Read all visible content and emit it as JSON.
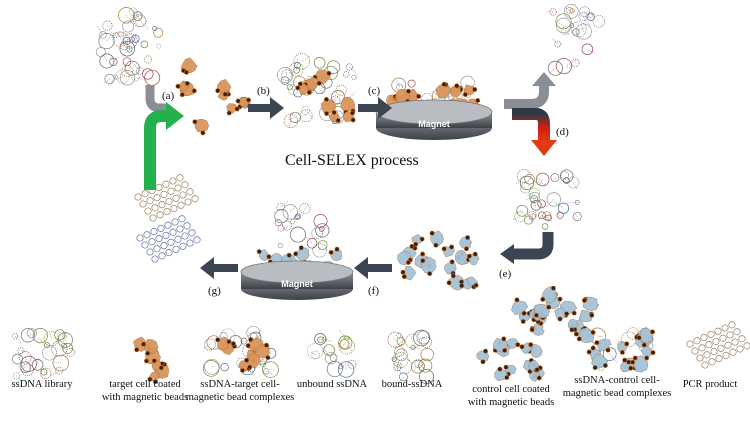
{
  "title": "Cell-SELEX process",
  "magnet_label": "Magnet",
  "steps": [
    "(a)",
    "(b)",
    "(c)",
    "(d)",
    "(e)",
    "(f)",
    "(g)"
  ],
  "legend": [
    {
      "line1": "ssDNA library",
      "line2": ""
    },
    {
      "line1": "target cell coated",
      "line2": "with magnetic beads"
    },
    {
      "line1": "ssDNA-target cell-",
      "line2": "magnetic bead complexes"
    },
    {
      "line1": "unbound ssDNA",
      "line2": ""
    },
    {
      "line1": "bound-ssDNA",
      "line2": ""
    },
    {
      "line1": "control cell coated",
      "line2": "with magnetic beads"
    },
    {
      "line1": "ssDNA-control cell-",
      "line2": "magnetic bead complexes"
    },
    {
      "line1": "PCR product",
      "line2": ""
    }
  ],
  "colors": {
    "target_cell": "#d9955a",
    "control_cell": "#a6c2d6",
    "bead": "#3a2212",
    "arrow": "#3c4652",
    "green_arrow": "#22b14c",
    "red_arrow": "#d41e10",
    "magnet": "#5b5f66"
  }
}
